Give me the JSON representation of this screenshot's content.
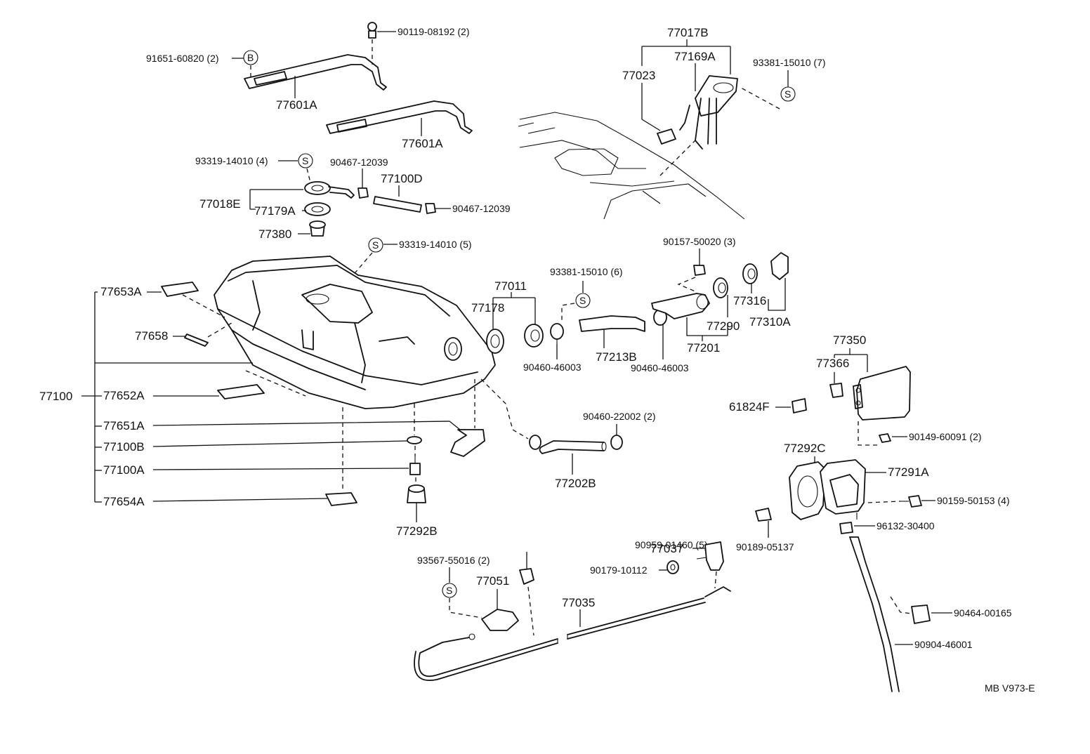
{
  "callouts": {
    "p90119_08192": "90119-08192 (2)",
    "p91651_60820": "91651-60820 (2)",
    "p77601A_1": "77601A",
    "p77601A_2": "77601A",
    "p93319_14010_4": "93319-14010 (4)",
    "p90467_12039_a": "90467-12039",
    "p77100D": "77100D",
    "p90467_12039_b": "90467-12039",
    "p77018E": "77018E",
    "p77179A": "77179A",
    "p77380": "77380",
    "p93319_14010_5": "93319-14010 (5)",
    "p77653A": "77653A",
    "p77658": "77658",
    "p77100": "77100",
    "p77652A": "77652A",
    "p77651A": "77651A",
    "p77100B": "77100B",
    "p77100A": "77100A",
    "p77654A": "77654A",
    "p77292B": "77292B",
    "p77017B": "77017B",
    "p77169A": "77169A",
    "p77023": "77023",
    "p93381_15010_7": "93381-15010 (7)",
    "p77011": "77011",
    "p77178": "77178",
    "p93381_15010_6": "93381-15010 (6)",
    "p90460_46003_a": "90460-46003",
    "p77213B": "77213B",
    "p90460_46003_b": "90460-46003",
    "p90157_50020": "90157-50020 (3)",
    "p77316": "77316",
    "p77290": "77290",
    "p77310A": "77310A",
    "p77201": "77201",
    "p90460_22002": "90460-22002 (2)",
    "p77202B": "77202B",
    "p77350": "77350",
    "p77366": "77366",
    "p61824F": "61824F",
    "p90149_60091": "90149-60091 (2)",
    "p77292C": "77292C",
    "p77291A": "77291A",
    "p90159_50153": "90159-50153 (4)",
    "p96132_30400": "96132-30400",
    "p90189_05137": "90189-05137",
    "p90959_01460": "90959-01460 (5)",
    "p93567_55016": "93567-55016 (2)",
    "p77051": "77051",
    "p77037": "77037",
    "p90179_10112": "90179-10112",
    "p77035": "77035",
    "p90464_00165": "90464-00165",
    "p90904_46001": "90904-46001"
  },
  "symbols": {
    "b_mark": "B",
    "s_mark": "S"
  },
  "footer": {
    "code": "MB V973-E"
  }
}
